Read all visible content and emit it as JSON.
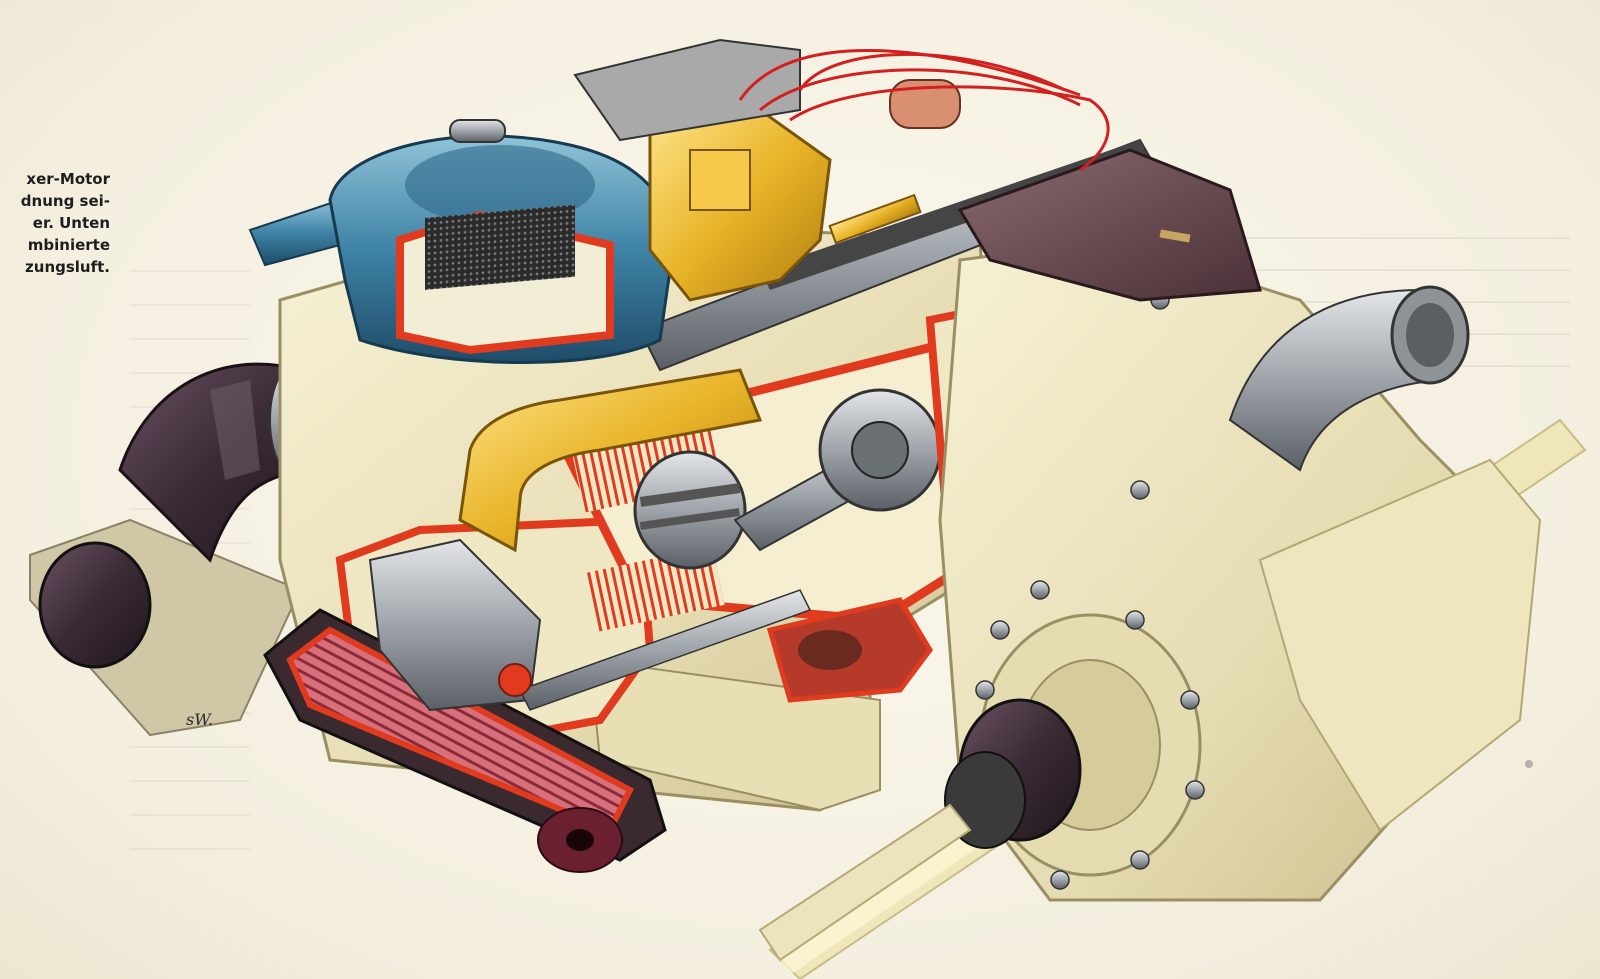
{
  "caption": {
    "lines": [
      "xer-Motor",
      "dnung sei-",
      "er.  Unten",
      "mbinierte",
      "zungsluft."
    ]
  },
  "signature": "sW.",
  "colors": {
    "paper": "#f5f1e2",
    "cutaway_red": "#e03a1f",
    "housing_cream": "#e9e1bc",
    "filter_blue": "#3d7fa0",
    "carburetor_yellow": "#e8b428",
    "muffler_pink": "#c25866",
    "exhaust_dark": "#3a2a35",
    "spark_wire_red": "#d21f1f"
  },
  "illustration": {
    "parts": [
      "air-filter",
      "carburetor",
      "ignition-coil",
      "spark-plug-wires",
      "cooling-fan-housing",
      "cylinder-cutaway",
      "piston",
      "crankshaft",
      "clutch",
      "gearbox-housing",
      "drive-shaft",
      "exhaust-pipe",
      "muffler",
      "heater-duct",
      "intake-duct"
    ]
  }
}
